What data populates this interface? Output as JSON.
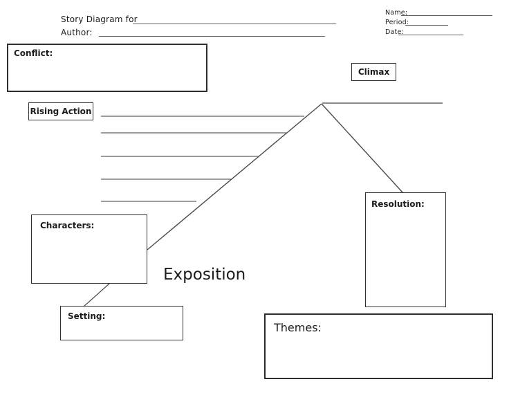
{
  "header": {
    "title_label": "Story Diagram for",
    "author_label": "Author:",
    "name_label": "Name:",
    "period_label": "Period:",
    "date_label": "Date:"
  },
  "diagram": {
    "conflict_label": "Conflict:",
    "climax_label": "Climax",
    "rising_action_label": "Rising Action",
    "characters_label": "Characters:",
    "setting_label": "Setting:",
    "resolution_label": "Resolution:",
    "themes_label": "Themes:",
    "exposition_label": "Exposition"
  },
  "colors": {
    "text": "#1c1c1c",
    "box_border": "#2e2e2e",
    "write_line": "#5f5f5f",
    "plateau_line": "#8c8c8c",
    "slope_line": "#4a4a4a",
    "background": "#ffffff"
  }
}
